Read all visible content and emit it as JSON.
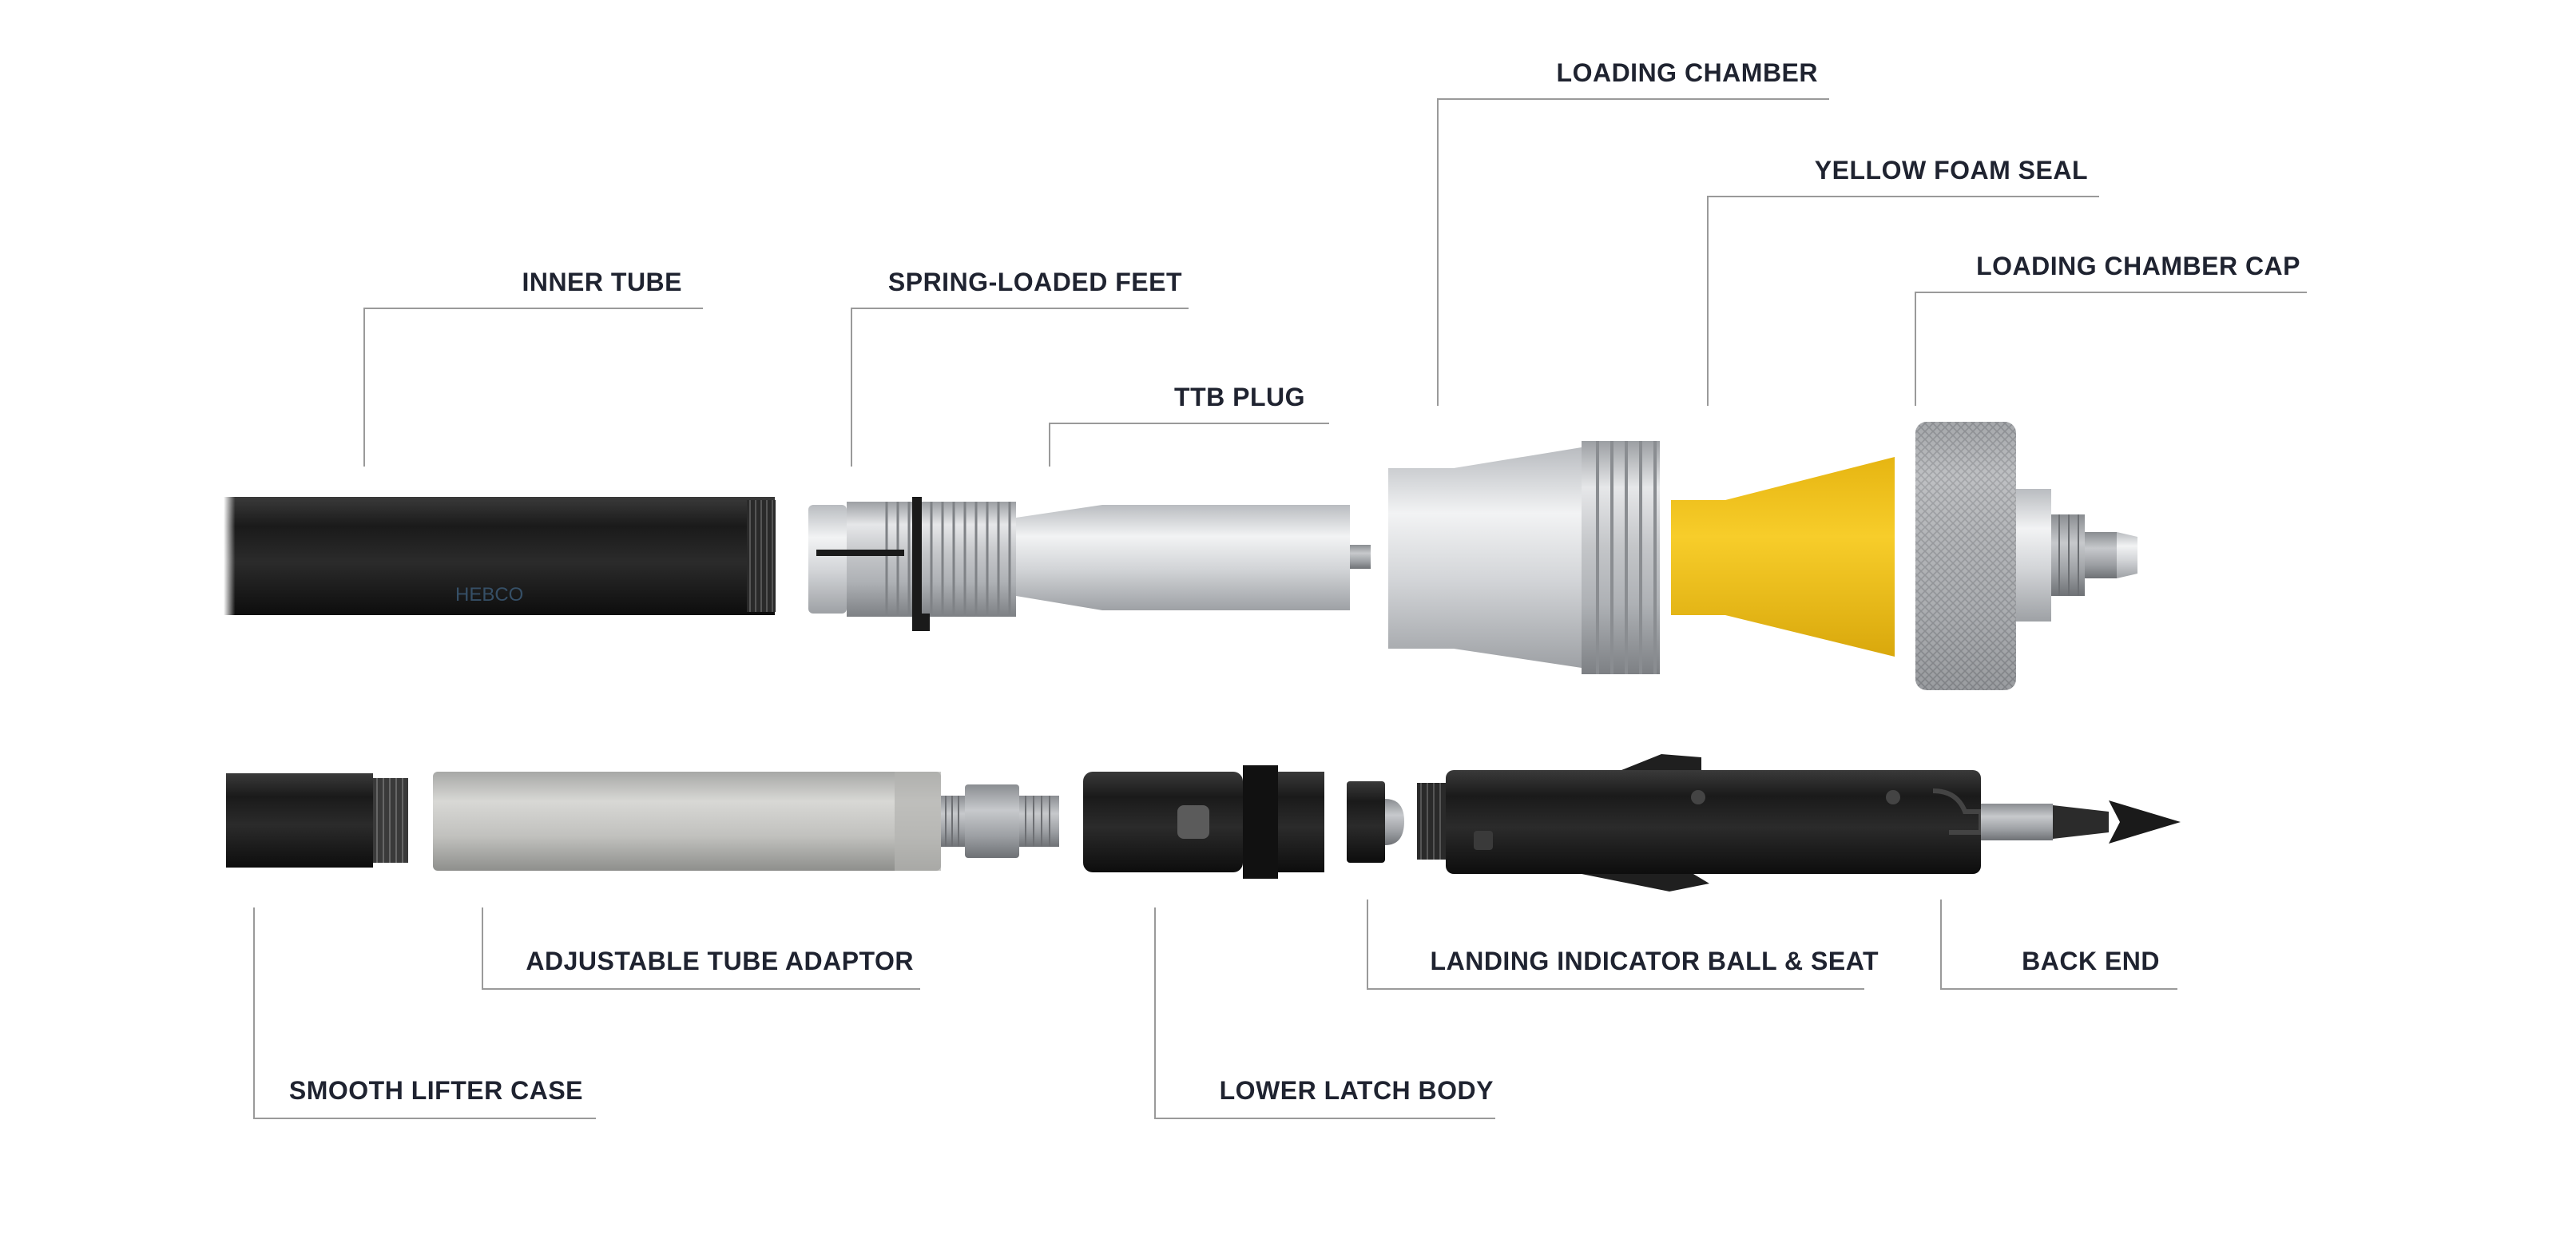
{
  "labels": {
    "inner_tube": "INNER TUBE",
    "spring_loaded_feet": "SPRING-LOADED FEET",
    "ttb_plug": "TTB PLUG",
    "loading_chamber": "LOADING CHAMBER",
    "yellow_foam_seal": "YELLOW FOAM SEAL",
    "loading_chamber_cap": "LOADING CHAMBER CAP",
    "adjustable_tube_adaptor": "ADJUSTABLE TUBE ADAPTOR",
    "smooth_lifter_case": "SMOOTH LIFTER CASE",
    "lower_latch_body": "LOWER LATCH BODY",
    "landing_indicator": "LANDING INDICATOR BALL & SEAT",
    "back_end": "BACK END"
  },
  "tube_marking": "HEBCO",
  "colors": {
    "label_text": "#1f2330",
    "leader_line": "#9a9a9a",
    "foam_seal": "#f2c318",
    "black_part": "#1c1c1c",
    "aluminium": "#c9cbce"
  }
}
